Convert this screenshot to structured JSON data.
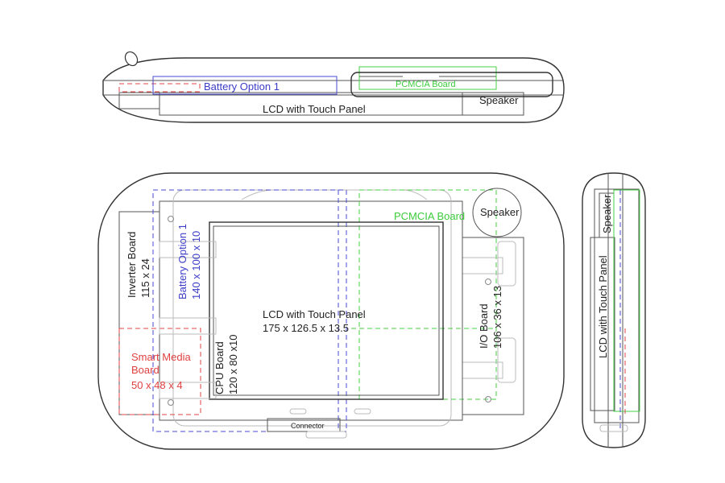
{
  "colors": {
    "battery": "#3c3cc8",
    "pcmcia": "#3ccc3c",
    "smart_media": "#e04040",
    "outline": "#333333"
  },
  "top_view": {
    "battery_label": "Battery Option 1",
    "pcmcia_label": "PCMCIA Board",
    "lcd_label": "LCD with Touch Panel",
    "speaker_label": "Speaker"
  },
  "front_view": {
    "inverter_name": "Inverter Board",
    "inverter_dims": "115 x 24",
    "battery_name": "Battery Option 1",
    "battery_dims": "140 x 100 x 10",
    "pcmcia_label": "PCMCIA Board",
    "speaker_label": "Speaker",
    "lcd_name": "LCD with Touch Panel",
    "lcd_dims": "175 x 126.5 x 13.5",
    "io_name": "I/O Board",
    "io_dims": "106 x 36 x 13",
    "smart_media_line1": "Smart Media",
    "smart_media_line2": "Board",
    "smart_media_dims": "50 x 48 x 4",
    "cpu_name": "CPU Board",
    "cpu_dims": "120 x 80 x10",
    "connector_label": "Connector"
  },
  "side_view": {
    "speaker_label": "Speaker",
    "lcd_label": "LCD with Touch Panel"
  }
}
